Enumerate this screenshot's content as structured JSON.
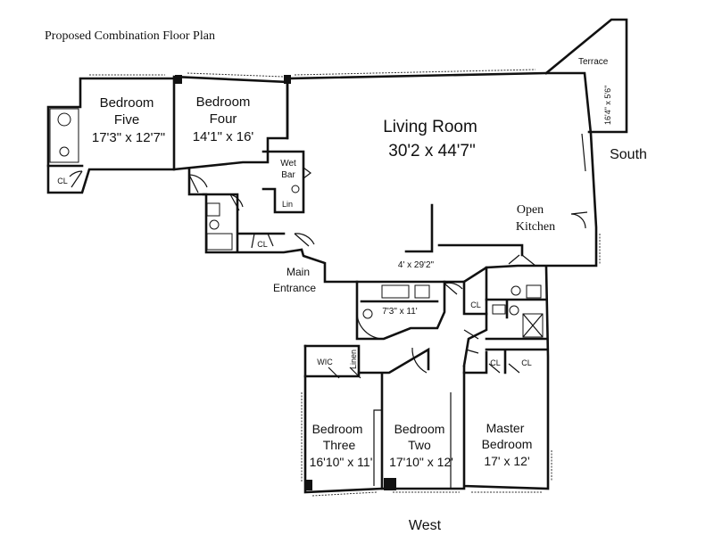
{
  "title": "Proposed Combination Floor Plan",
  "orientation": {
    "south": "South",
    "west": "West"
  },
  "rooms": {
    "terrace": {
      "name": "Terrace",
      "size": "16'4\" x 5'6\""
    },
    "bedroom_five": {
      "line1": "Bedroom",
      "line2": "Five",
      "size": "17'3\" x 12'7\""
    },
    "bedroom_four": {
      "line1": "Bedroom",
      "line2": "Four",
      "size": "14'1\" x 16'"
    },
    "living_room": {
      "name": "Living Room",
      "size": "30'2 x 44'7\""
    },
    "wet_bar": {
      "line1": "Wet",
      "line2": "Bar"
    },
    "lin": "Lin",
    "open_kitchen": {
      "line1": "Open",
      "line2": "Kitchen"
    },
    "main_entrance": {
      "line1": "Main",
      "line2": "Entrance"
    },
    "hall": {
      "size": "4' x 29'2\""
    },
    "bath": {
      "size": "7'3\" x 11'"
    },
    "wic": "WIC",
    "linen": "Linen",
    "closet": "CL",
    "bedroom_three": {
      "line1": "Bedroom",
      "line2": "Three",
      "size": "16'10\" x 11'"
    },
    "bedroom_two": {
      "line1": "Bedroom",
      "line2": "Two",
      "size": "17'10\" x 12'"
    },
    "master_bedroom": {
      "line1": "Master",
      "line2": "Bedroom",
      "size": "17' x 12'"
    }
  }
}
